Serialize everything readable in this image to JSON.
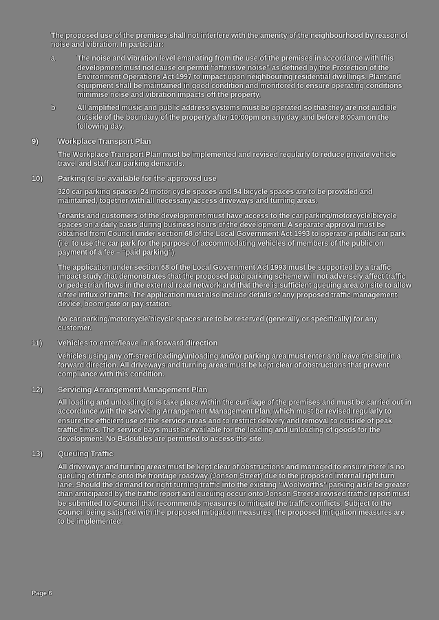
{
  "page": {
    "background_color": "#808080",
    "text_color": "#f2f2f2",
    "footer_label": "Page 6"
  },
  "intro": {
    "paragraph": "The proposed use of the premises shall not interfere with the amenity of the neighbourhood by reason of noise and vibration. In particular:",
    "sub_items": [
      {
        "marker": "a",
        "text": "The noise and vibration level emanating from the use of the premises in accordance with this development must not cause or permit “offensive noise” as defined by the Protection of the Environment Operations Act 1997 to impact upon neighbouring residential dwellings. Plant and equipment shall be maintained in good condition and monitored to ensure operating conditions minimise noise and vibration impacts off the property."
      },
      {
        "marker": "b",
        "text": "All amplified music and public address systems must be operated so that they are not audible outside of the boundary of the property after 10:00pm on any day, and before 8:00am on the following day."
      }
    ]
  },
  "conditions": [
    {
      "number": "9)",
      "title": "Workplace Transport Plan",
      "paragraphs": [
        "The Workplace Transport Plan must be implemented and revised regularly to reduce private vehicle travel and staff car parking demands."
      ]
    },
    {
      "number": "10)",
      "title": "Parking to be available for the approved use",
      "paragraphs": [
        "320 car parking spaces, 24 motor cycle spaces and 94 bicycle spaces are to be provided and maintained, together with all necessary access driveways and turning areas.",
        "Tenants and customers of the development must have access to the car parking/motorcycle/bicycle spaces on a daily basis during business hours of the development. A separate approval must be obtained from Council under section 68 of the Local Government Act 1993 to operate a public car park (i.e. to use the car park for the purpose of accommodating vehicles of members of the public on payment of a fee – “paid parking”).",
        "The application under section 68 of the Local Government Act 1993 must be supported by a traffic impact study that demonstrates that the proposed paid parking scheme will not adversely affect traffic or pedestrian flows in the external road network and that there is sufficient queuing area on site to allow a free influx of traffic. The application must also include details of any proposed traffic management device, boom gate or pay station.",
        "No car parking/motorcycle/bicycle spaces are to be reserved (generally or specifically) for any customer."
      ]
    },
    {
      "number": "11)",
      "title": "Vehicles to enter/leave in a forward direction",
      "paragraphs": [
        "Vehicles using any off-street loading/unloading and/or parking area must enter and leave the site in a forward direction. All driveways and turning areas must be kept clear of obstructions that prevent compliance with this condition."
      ]
    },
    {
      "number": "12)",
      "title": "Servicing Arrangement Management Plan",
      "paragraphs": [
        "All loading and unloading to is take place within the curtilage of the premises and must be carried out in accordance with the Servicing Arrangement Management Plan, which must be revised regularly to ensure the efficient use of the service areas and to restrict delivery and removal to outside of peak traffic times. The service bays must be available for the loading and unloading of goods for the development. No B-doubles are permitted to access the site."
      ]
    },
    {
      "number": "13)",
      "title": "Queuing Traffic",
      "paragraphs": [
        "All driveways and turning areas must be kept clear of obstructions and managed to ensure there is no queuing of traffic onto the frontage roadway (Jonson Street) due to the proposed internal right turn lane. Should the demand for right turning traffic into the existing “Woolworths” parking aisle be greater than anticipated by the traffic report and queuing occur onto Jonson Street a revised traffic report must be submitted to Council that recommends measures to mitigate the traffic conflicts. Subject to the Council being satisfied with the proposed mitigation measures, the proposed mitigation measures are to be implemented."
      ]
    }
  ]
}
